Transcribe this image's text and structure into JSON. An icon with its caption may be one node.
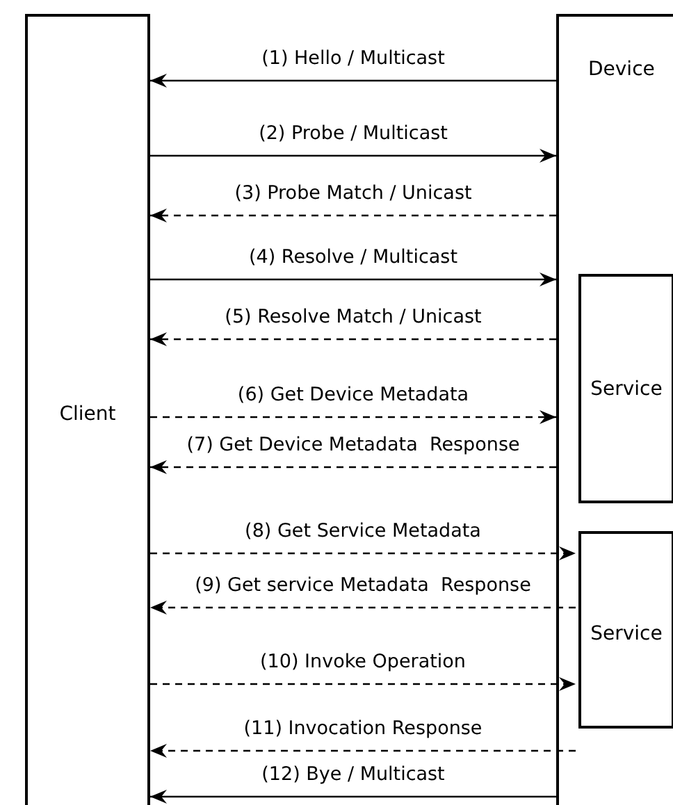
{
  "diagram": {
    "nodes": [
      {
        "text": [
          "Client"
        ]
      },
      {
        "text": [
          "Device"
        ]
      },
      {
        "text": [
          "Service"
        ],
        "in": 1
      },
      {
        "text": [
          "Service"
        ],
        "in": 1
      }
    ],
    "edges": [
      {
        "from": 1,
        "to": 0,
        "arrow": "to",
        "label": "(1) Hello / Multicast"
      },
      {
        "from": 0,
        "to": 1,
        "arrow": "to",
        "label": "(2) Probe / Multicast"
      },
      {
        "from": 1,
        "to": 0,
        "arrow": "to",
        "label": "(3) Probe Match / Unicast",
        "style": "dashed"
      },
      {
        "from": 0,
        "to": 1,
        "arrow": "to",
        "label": "(4) Resolve / Multicast"
      },
      {
        "from": 1,
        "to": 0,
        "arrow": "to",
        "label": "(5) Resolve Match / Unicast",
        "style": "dashed"
      },
      {
        "from": 0,
        "to": 1,
        "arrow": "to",
        "label": "(6) Get Device Metadata",
        "style": "dashed"
      },
      {
        "from": 1,
        "to": 0,
        "arrow": "to",
        "label": "(7) Get Device Metadata  Response",
        "style": "dashed"
      },
      {
        "from": 0,
        "to": 3,
        "arrow": "to",
        "label": "(8) Get Service Metadata",
        "style": "dashed"
      },
      {
        "from": 3,
        "to": 0,
        "arrow": "to",
        "label": "(9) Get service Metadata  Response",
        "style": "dashed"
      },
      {
        "from": 0,
        "to": 3,
        "arrow": "to",
        "label": "(10) Invoke Operation",
        "style": "dashed"
      },
      {
        "from": 3,
        "to": 0,
        "arrow": "to",
        "label": "(11) Invocation Response",
        "style": "dashed"
      },
      {
        "from": 1,
        "to": 0,
        "arrow": "to",
        "label": "(12) Bye / Multicast"
      }
    ]
  }
}
